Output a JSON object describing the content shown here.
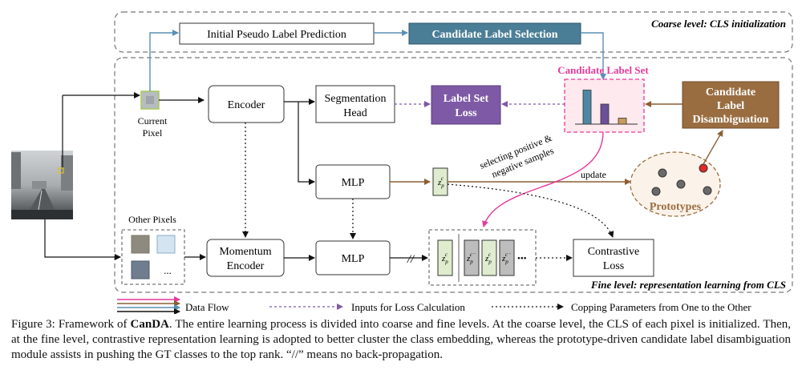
{
  "regions": {
    "coarse_label": "Coarse level: CLS initialization",
    "fine_label": "Fine level: representation learning from CLS"
  },
  "nodes": {
    "initial_pseudo": "Initial Pseudo Label Prediction",
    "candidate_selection": "Candidate Label Selection",
    "candidate_label_set": "Candidate Label Set",
    "candidate_disamb_1": "Candidate",
    "candidate_disamb_2": "Label",
    "candidate_disamb_3": "Disambiguation",
    "encoder": "Encoder",
    "seg_head_1": "Segmentation",
    "seg_head_2": "Head",
    "label_set_loss_1": "Label Set",
    "label_set_loss_2": "Loss",
    "current_pixel_1": "Current",
    "current_pixel_2": "Pixel",
    "other_pixels": "Other Pixels",
    "ellipsis": "...",
    "momentum_1": "Momentum",
    "momentum_2": "Encoder",
    "mlp_top": "MLP",
    "mlp_bottom": "MLP",
    "contrastive_1": "Contrastive",
    "contrastive_2": "Loss",
    "prototypes": "Prototypes",
    "update": "update",
    "selecting_1": "selecting positive &",
    "selecting_2": "negative samples",
    "feat_dots": "•••",
    "no_backprop": "//"
  },
  "feature_labels": {
    "top": "z",
    "top_sub": "p",
    "top_sup": "c",
    "pos": "c",
    "neg": "c⁻"
  },
  "legend": {
    "data_flow": "Data Flow",
    "loss_inputs": "Inputs for Loss Calculation",
    "copying": "Copping Parameters from One to the Other"
  },
  "caption": {
    "prefix": "Figure 3: Framework of ",
    "name": "CanDA",
    "body": ". The entire learning process is divided into coarse and fine levels. At the coarse level, the CLS of each pixel is initialized. Then, at the fine level, contrastive representation learning is adopted to better cluster the class embedding, whereas the prototype-driven candidate label disambiguation module assists in pushing the GT classes to the top rank. “//” means no back-propagation."
  },
  "colors": {
    "blue_box": "#4a7e96",
    "purple_box": "#7e5aa6",
    "brown_box": "#9a6d41",
    "pink": "#e6399b",
    "green_feat": "#dfeccd",
    "gray_feat": "#bdbdbd",
    "bar_blue": "#4e87a3",
    "bar_purple": "#6b4f98",
    "bar_orange": "#c99a5b",
    "brown_arrow": "#8b5e34",
    "blue_arrow": "#5a8fb5"
  },
  "candidate_bars": [
    0.85,
    0.5,
    0.15
  ]
}
